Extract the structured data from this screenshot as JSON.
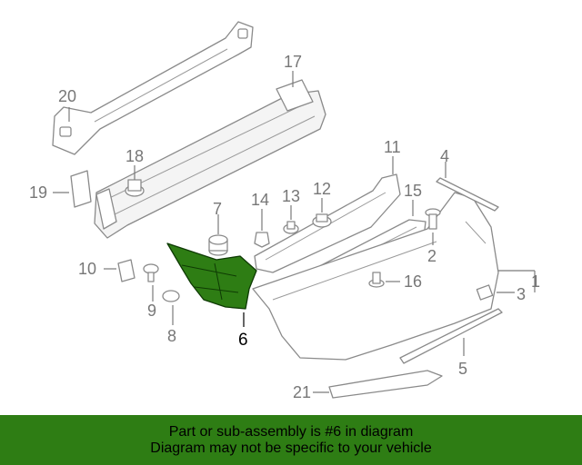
{
  "diagram": {
    "highlight_color": "#2e7d14",
    "highlighted_part": "6",
    "callouts": [
      "1",
      "2",
      "3",
      "4",
      "5",
      "6",
      "7",
      "8",
      "9",
      "10",
      "11",
      "12",
      "13",
      "14",
      "15",
      "16",
      "17",
      "18",
      "19",
      "20",
      "21"
    ]
  },
  "banner": {
    "line1": "Part or sub-assembly is #6 in diagram",
    "line2": "Diagram may not be specific to your vehicle",
    "background": "#2e7d14"
  }
}
